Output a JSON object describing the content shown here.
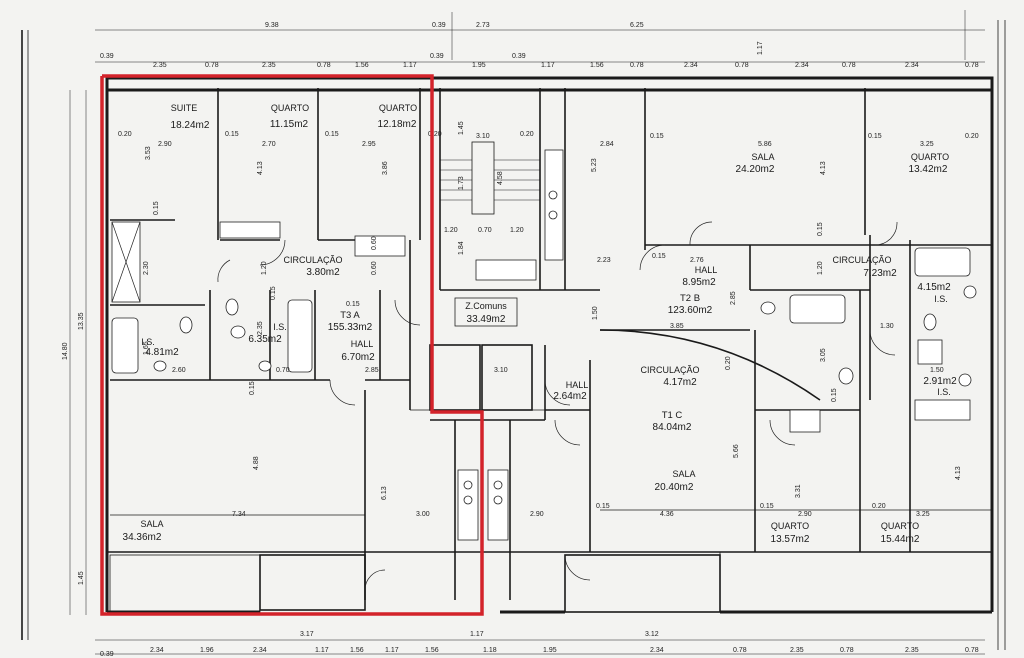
{
  "top_dims_row1": [
    "9.38",
    "0.39",
    "2.73",
    "6.25"
  ],
  "top_dims_row2": [
    "0.39",
    "2.35",
    "0.78",
    "2.35",
    "0.78",
    "1.56",
    "1.17",
    "0.39",
    "1.95",
    "0.39",
    "1.17",
    "1.56",
    "0.78",
    "2.34",
    "0.78",
    "2.34",
    "0.78",
    "2.34",
    "0.78"
  ],
  "bottom_dims_row1": [
    "3.17",
    "1.17",
    "3.12"
  ],
  "bottom_dims_row2": [
    "0.39",
    "2.34",
    "1.96",
    "2.34",
    "1.17",
    "1.56",
    "1.17",
    "1.56",
    "1.18",
    "1.95",
    "2.34",
    "0.78",
    "2.35",
    "0.78",
    "2.35",
    "0.78"
  ],
  "left_dims": [
    "14.80",
    "13.35",
    "1.45"
  ],
  "right_dims": [
    "1.17"
  ],
  "unit_a": {
    "label": "T3   A",
    "area": "155.33m2",
    "rooms": [
      {
        "name": "SUITE",
        "area": "18.24m2"
      },
      {
        "name": "QUARTO",
        "area": "11.15m2"
      },
      {
        "name": "QUARTO",
        "area": "12.18m2"
      },
      {
        "name": "CIRCULAÇÃO",
        "area": "3.80m2"
      },
      {
        "name": "I.S.",
        "area": "4.81m2"
      },
      {
        "name": "I.S.",
        "area": "6.35m2"
      },
      {
        "name": "HALL",
        "area": "6.70m2"
      },
      {
        "name": "SALA",
        "area": "34.36m2"
      }
    ]
  },
  "common": {
    "name": "Z.Comuns",
    "area": "33.49m2"
  },
  "unit_b": {
    "label": "T2   B",
    "area": "123.60m2",
    "rooms": [
      {
        "name": "SALA",
        "area": "24.20m2"
      },
      {
        "name": "QUARTO",
        "area": "13.42m2"
      },
      {
        "name": "HALL",
        "area": "8.95m2"
      },
      {
        "name": "CIRCULAÇÃO",
        "area": "7.23m2"
      },
      {
        "name": "I.S.",
        "area": "4.15m2"
      },
      {
        "name": "I.S.",
        "area": "2.91m2"
      },
      {
        "name": "QUARTO",
        "area": "13.57m2"
      },
      {
        "name": "QUARTO",
        "area": "15.44m2"
      }
    ]
  },
  "unit_c": {
    "label": "T1   C",
    "area": "84.04m2",
    "rooms": [
      {
        "name": "CIRCULAÇÃO",
        "area": "4.17m2"
      },
      {
        "name": "HALL",
        "area": "2.64m2"
      },
      {
        "name": "SALA",
        "area": "20.40m2"
      }
    ]
  },
  "inner_dims": [
    "0.20",
    "2.90",
    "0.15",
    "2.70",
    "0.15",
    "2.95",
    "0.20",
    "3.10",
    "0.20",
    "2.84",
    "0.15",
    "5.86",
    "0.15",
    "3.25",
    "0.20",
    "3.53",
    "0.15",
    "4.13",
    "3.86",
    "1.45",
    "1.73",
    "4.58",
    "5.23",
    "4.13",
    "2.30",
    "1.20",
    "0.15",
    "0.60",
    "0.60",
    "1.20",
    "0.70",
    "1.20",
    "1.84",
    "2.23",
    "2.76",
    "0.15",
    "1.20",
    "0.15",
    "1.30",
    "1.50",
    "3.85",
    "2.85",
    "2.35",
    "1.65",
    "2.60",
    "0.70",
    "2.85",
    "3.10",
    "0.20",
    "3.05",
    "1.50",
    "0.15",
    "4.88",
    "6.13",
    "7.34",
    "3.00",
    "2.90",
    "0.15",
    "4.36",
    "5.66",
    "0.15",
    "2.90",
    "0.20",
    "3.25",
    "3.31",
    "0.15",
    "4.13",
    "0.15"
  ],
  "colors": {
    "boundary": "#d3232a",
    "ink": "#1a1a1a",
    "paper": "#f3f3f1"
  }
}
